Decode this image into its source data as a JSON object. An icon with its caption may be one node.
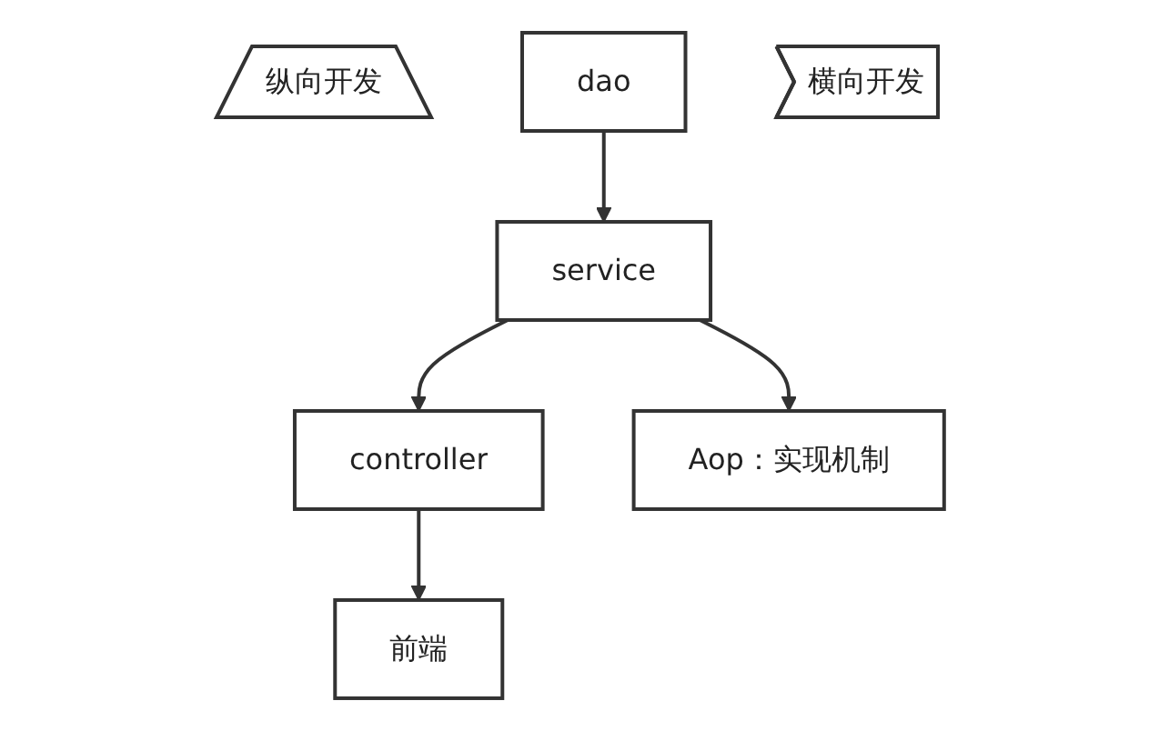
{
  "diagram": {
    "nodes": [
      {
        "text": [
          "纵向开发"
        ]
      },
      {
        "text": [
          "dao"
        ]
      },
      {
        "text": [
          "service"
        ]
      },
      {
        "text": [
          "controller"
        ]
      },
      {
        "text": [
          "前端"
        ]
      },
      {
        "text": [
          "Aop：实现机制"
        ]
      },
      {
        "text": [
          "横向开发"
        ]
      }
    ],
    "edges": [
      {
        "from": 1,
        "to": 2,
        "arrow": "to"
      },
      {
        "from": 2,
        "to": 3,
        "arrow": "to"
      },
      {
        "from": 3,
        "to": 4,
        "arrow": "to"
      },
      {
        "from": 2,
        "to": 5,
        "arrow": "to"
      }
    ]
  }
}
